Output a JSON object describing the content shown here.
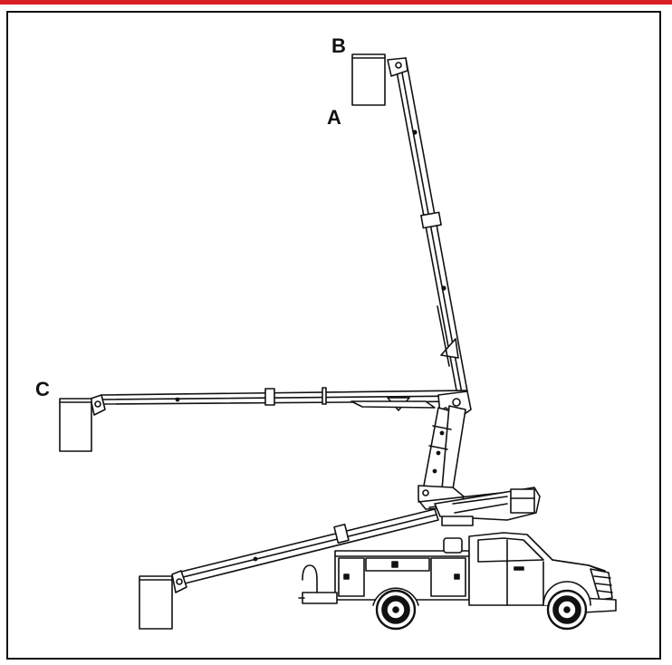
{
  "labels": {
    "a": "A",
    "b": "B",
    "c": "C"
  },
  "colors": {
    "top_bar": "#d91f26",
    "line": "#111111",
    "background": "#ffffff"
  }
}
